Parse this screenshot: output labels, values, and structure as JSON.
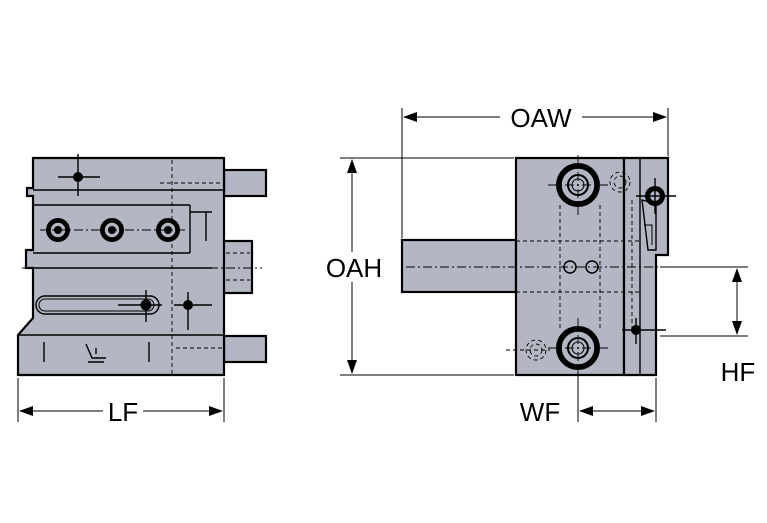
{
  "dimensions": {
    "lf": "LF",
    "oaw": "OAW",
    "oah": "OAH",
    "hf": "HF",
    "wf": "WF"
  },
  "colors": {
    "body_fill": "#b3b7c4",
    "outline": "#000000",
    "background": "#ffffff"
  }
}
